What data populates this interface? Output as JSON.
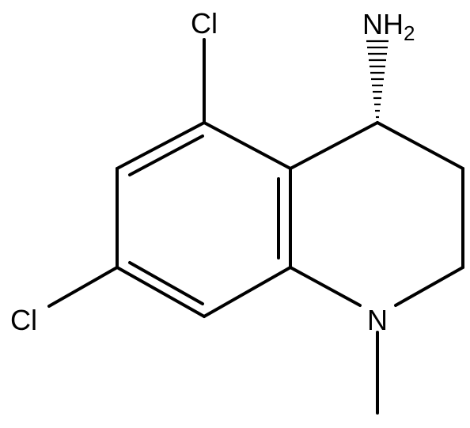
{
  "molecule": {
    "atoms": {
      "cl_top": "Cl",
      "cl_left": "Cl",
      "n_ring": "N",
      "amine_n": "NH",
      "amine_subscript": "2"
    },
    "colors": {
      "bond": "#000000",
      "label": "#000000",
      "background": "#ffffff"
    }
  }
}
